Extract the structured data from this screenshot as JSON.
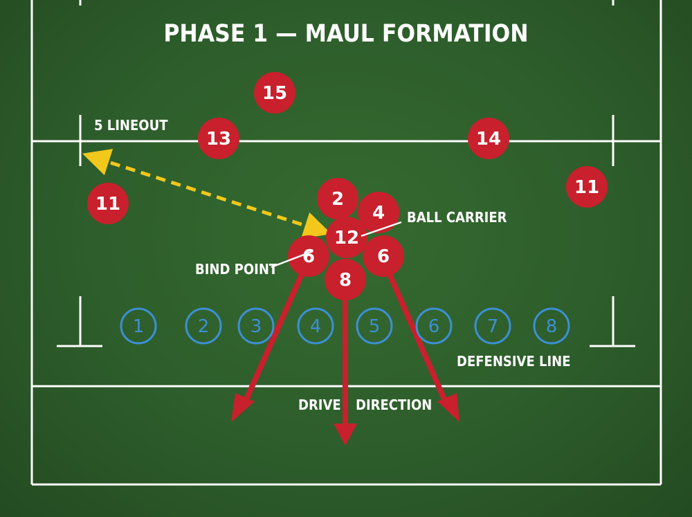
{
  "title": "PHASE 1 — MAUL FORMATION",
  "labels": {
    "lineout": "5 LINEOUT",
    "ball_carrier": "BALL CARRIER",
    "bind_point": "BIND POINT",
    "defensive_line": "DEFENSIVE LINE",
    "drive": "DRIVE",
    "direction": "DIRECTION"
  },
  "colors": {
    "field": "#2d5d2b",
    "line": "#ffffff",
    "attack": "#c8202c",
    "defense": "#3d8fd6",
    "pass_arrow": "#f2c81c",
    "drive_arrow": "#c8202c"
  },
  "attackers": [
    {
      "num": "15"
    },
    {
      "num": "13"
    },
    {
      "num": "14"
    },
    {
      "num": "11"
    },
    {
      "num": "11"
    },
    {
      "num": "2"
    },
    {
      "num": "4"
    },
    {
      "num": "12"
    },
    {
      "num": "6"
    },
    {
      "num": "6"
    },
    {
      "num": "8"
    }
  ],
  "defenders": [
    {
      "num": "1"
    },
    {
      "num": "2"
    },
    {
      "num": "3"
    },
    {
      "num": "4"
    },
    {
      "num": "5"
    },
    {
      "num": "6"
    },
    {
      "num": "7"
    },
    {
      "num": "8"
    }
  ]
}
